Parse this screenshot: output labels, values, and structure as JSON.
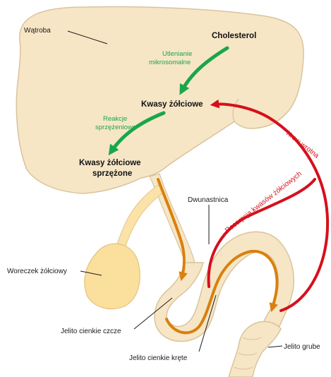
{
  "labels": {
    "liver": "Wątroba",
    "cholesterol": "Cholesterol",
    "microsomal_line1": "Utlenianie",
    "microsomal_line2": "mikrosomalne",
    "bile_acids": "Kwasy żółciowe",
    "conjugation_line1": "Reakcje",
    "conjugation_line2": "sprzężeniowe",
    "conjugated_line1": "Kwasy żółciowe",
    "conjugated_line2": "sprzężone",
    "duodenum": "Dwunastnica",
    "gallbladder": "Woreczek żółciowy",
    "jejunum": "Jelito cienkie czcze",
    "ileum": "Jelito cienkie kręte",
    "colon": "Jelito grube",
    "portal_blood": "Krew wrotna",
    "reabsorption": "Resorpcja kwasów żółciowych"
  },
  "colors": {
    "organ_fill": "#f6e6c6",
    "organ_stroke": "#d9c39b",
    "gallbladder_fill": "#fbdf9c",
    "bile_arrow": "#d9800e",
    "synthesis_arrow": "#1aa64a",
    "portal_arrow": "#d5101c"
  }
}
